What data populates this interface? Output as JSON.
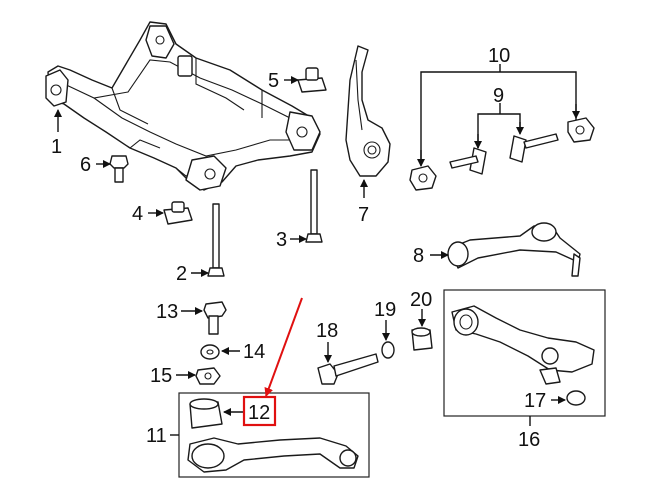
{
  "callouts": [
    {
      "id": "c1",
      "label": "1"
    },
    {
      "id": "c2",
      "label": "2"
    },
    {
      "id": "c3",
      "label": "3"
    },
    {
      "id": "c4",
      "label": "4"
    },
    {
      "id": "c5",
      "label": "5"
    },
    {
      "id": "c6",
      "label": "6"
    },
    {
      "id": "c7",
      "label": "7"
    },
    {
      "id": "c8",
      "label": "8"
    },
    {
      "id": "c9",
      "label": "9"
    },
    {
      "id": "c10",
      "label": "10"
    },
    {
      "id": "c11",
      "label": "11"
    },
    {
      "id": "c12",
      "label": "12"
    },
    {
      "id": "c13",
      "label": "13"
    },
    {
      "id": "c14",
      "label": "14"
    },
    {
      "id": "c15",
      "label": "15"
    },
    {
      "id": "c16",
      "label": "16"
    },
    {
      "id": "c17",
      "label": "17"
    },
    {
      "id": "c18",
      "label": "18"
    },
    {
      "id": "c19",
      "label": "19"
    },
    {
      "id": "c20",
      "label": "20"
    }
  ],
  "highlight": {
    "callout": "12",
    "color": "#e01010"
  },
  "colors": {
    "line": "#1a1a1a",
    "background": "#ffffff",
    "accent": "#e01010"
  }
}
